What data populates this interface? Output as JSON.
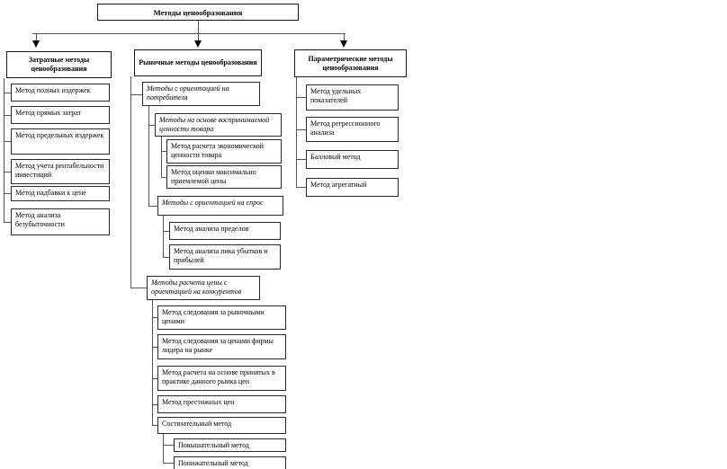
{
  "title": "Методы ценообразования",
  "left": {
    "header": "Затратные методы ценообразования",
    "items": [
      "Метод полных издержек",
      "Метод прямых затрат",
      "Метод предельных издержек",
      "Метод учета рентабельности инвестиций",
      "Метод надбавки к цене",
      "Метод анализа безубыточности"
    ]
  },
  "middle": {
    "header": "Рыночные методы ценообразования",
    "consumer": {
      "label": "Методы с ориентацией на потребителя",
      "perceived_value": {
        "label": "Методы на основе воспринимаемой ценности товара",
        "items": [
          "Метод расчета экономической ценности товара",
          "Метод оценки максимально приемлемой цены"
        ]
      },
      "demand": {
        "label": "Методы с ориентацией на спрос",
        "items": [
          "Метод анализа пределов",
          "Метод анализа пика убытков и прибылей"
        ]
      }
    },
    "competitor": {
      "label": "Методы расчета цены с ориентацией на конкурентов",
      "items": [
        "Метод следования за рыночными ценами",
        "Метод следования за ценами фирмы лидера на рынке",
        "Метод расчета на основе принятых в практике данного рынка цен",
        "Метод престижных цен",
        "Состязательный метод"
      ],
      "tender_items": [
        "Повышательный метод",
        "Понижательный метод"
      ]
    }
  },
  "right": {
    "header": "Параметрические методы ценообразования",
    "items": [
      "Метод удельных показателей",
      "Метод регрессионного анализа",
      "Балловый метод",
      "Метод агрегатный"
    ]
  },
  "colors": {
    "line": "#555555",
    "border": "#2a2a2a",
    "background": "#ffffff"
  }
}
